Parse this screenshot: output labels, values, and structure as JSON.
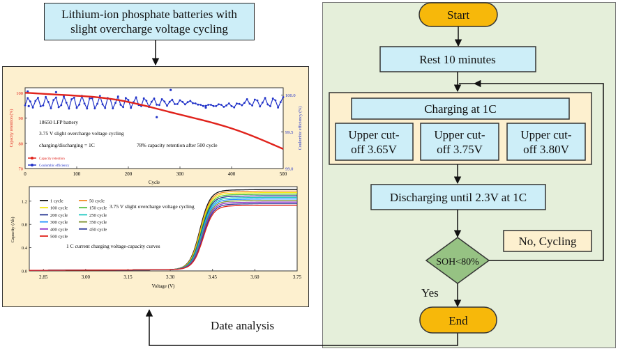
{
  "source_box": {
    "line1": "Lithium-ion phosphate batteries with",
    "line2": "slight overcharge voltage cycling"
  },
  "analysis_label": "Date analysis",
  "top_chart": {
    "battery": "18650  LFP battery",
    "cycling": "3.75 V   slight overcharge  voltage cycling",
    "rate": "charging/discharging  = 1C",
    "retention_note": "78% capacity retention after 500 cycle",
    "ylabel_left": "Capacity retention (%)",
    "ylabel_right": "Coulombic efficiency (%)",
    "xlabel": "Cycle",
    "legend_retention": "Capacity retention",
    "legend_coulombic": "Coulombic efficiency",
    "x_ticks": [
      "0",
      "100",
      "200",
      "300",
      "400",
      "500"
    ],
    "y_left_ticks": [
      "70",
      "80",
      "90",
      "100"
    ],
    "y_right_ticks": [
      "99.0",
      "99.5",
      "100.0"
    ]
  },
  "bottom_chart": {
    "annotation_cycling": "3.75 V   slight overcharge  voltage cycling",
    "annotation_curves": "1 C current charging voltage-capacity curves",
    "ylabel": "Capacity  (Ah)",
    "xlabel": "Voltage (V)",
    "x_ticks": [
      "2.85",
      "3.00",
      "3.15",
      "3.30",
      "3.45",
      "3.60",
      "3.75"
    ],
    "y_ticks": [
      "0.0",
      "0.4",
      "0.8",
      "1.2"
    ],
    "legend": [
      {
        "label": "1 cycle",
        "color": "#111111"
      },
      {
        "label": "50 cycle",
        "color": "#f08a24"
      },
      {
        "label": "100 cycle",
        "color": "#f2e600"
      },
      {
        "label": "150 cycle",
        "color": "#4fbf3a"
      },
      {
        "label": "200 cycle",
        "color": "#1f2f8f"
      },
      {
        "label": "250 cycle",
        "color": "#19c7c0"
      },
      {
        "label": "300 cycle",
        "color": "#1e90ff"
      },
      {
        "label": "350 cycle",
        "color": "#7a8f2a"
      },
      {
        "label": "400 cycle",
        "color": "#8e2fc9"
      },
      {
        "label": "450 cycle",
        "color": "#2d3a9a"
      },
      {
        "label": "500 cycle",
        "color": "#e0221b"
      }
    ]
  },
  "flowchart": {
    "start": "Start",
    "rest": "Rest 10 minutes",
    "charging": "Charging  at 1C",
    "cutoff1": {
      "line1": "Upper cut-",
      "line2": "off 3.65V"
    },
    "cutoff2": {
      "line1": "Upper cut-",
      "line2": "off 3.75V"
    },
    "cutoff3": {
      "line1": "Upper cut-",
      "line2": "off 3.80V"
    },
    "discharging": "Discharging until 2.3V at 1C",
    "decision": "SOH<80%",
    "loop_label": "No, Cycling",
    "yes_label": "Yes",
    "end": "End"
  },
  "colors": {
    "box_blue": "#cdeef8",
    "terminal": "#f7b80a",
    "decision": "#96c283",
    "cream": "#fdf0cf",
    "panel_green": "#e5efda",
    "retention_red": "#e0221b",
    "coulombic_blue": "#2233c8"
  }
}
